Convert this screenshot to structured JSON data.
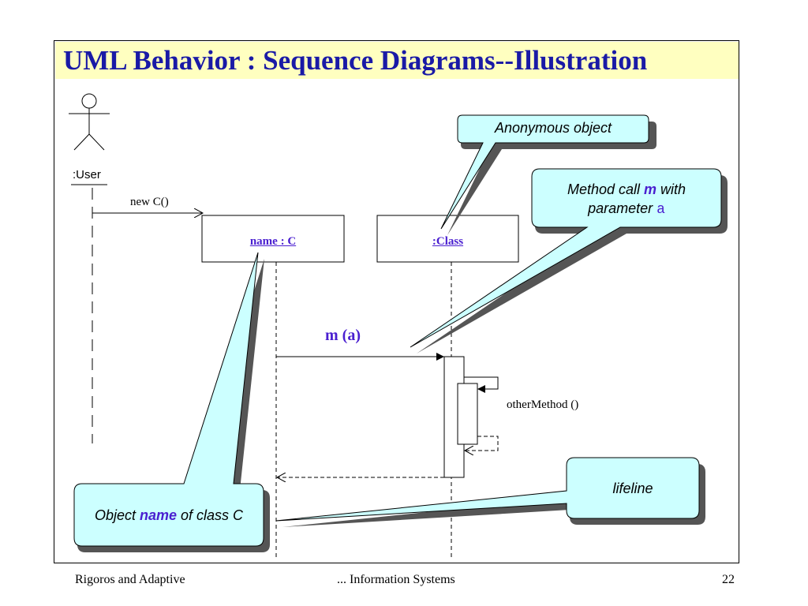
{
  "slide": {
    "title": "UML Behavior : Sequence Diagrams--Illustration",
    "page_number": "22"
  },
  "diagram": {
    "actor_label": ":User",
    "message_create": "new C()",
    "object_named": "name : C",
    "object_anonymous": ":Class",
    "message_call": "m (a)",
    "message_self": "otherMethod ()"
  },
  "callouts": {
    "anonymous_object": "Anonymous object",
    "method_call_prefix": "Method call ",
    "method_call_name": "m",
    "method_call_mid": " with",
    "method_call_param_prefix": "parameter ",
    "method_call_param": "a",
    "object_name_prefix": "Object ",
    "object_name_word": "name",
    "object_name_suffix": " of class C",
    "lifeline": "lifeline"
  },
  "footer": {
    "left": "Rigoros and Adaptive",
    "center": "... Information Systems",
    "right": "22"
  },
  "colors": {
    "title": "#1a1aa6",
    "title_band": "#ffffc0",
    "callout_fill": "#ccffff",
    "callout_shadow": "#555555",
    "object_label": "#4a1fd0"
  }
}
